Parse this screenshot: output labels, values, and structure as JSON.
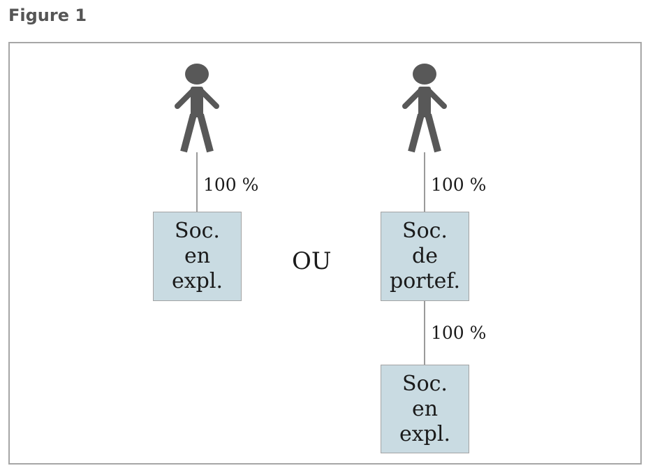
{
  "figure": {
    "title": "Figure 1"
  },
  "left": {
    "ownership": "100 %",
    "company": [
      "Soc.",
      "en",
      "expl."
    ]
  },
  "separator": "OU",
  "right": {
    "ownership_top": "100 %",
    "holding": [
      "Soc.",
      "de",
      "portef."
    ],
    "ownership_bottom": "100 %",
    "company": [
      "Soc.",
      "en",
      "expl."
    ]
  },
  "colors": {
    "box_fill": "#c9dbe2",
    "person": "#585858",
    "connector": "#9a9a9a",
    "frame": "#a6a6a6"
  },
  "icons": [
    "person-icon",
    "person-icon"
  ]
}
